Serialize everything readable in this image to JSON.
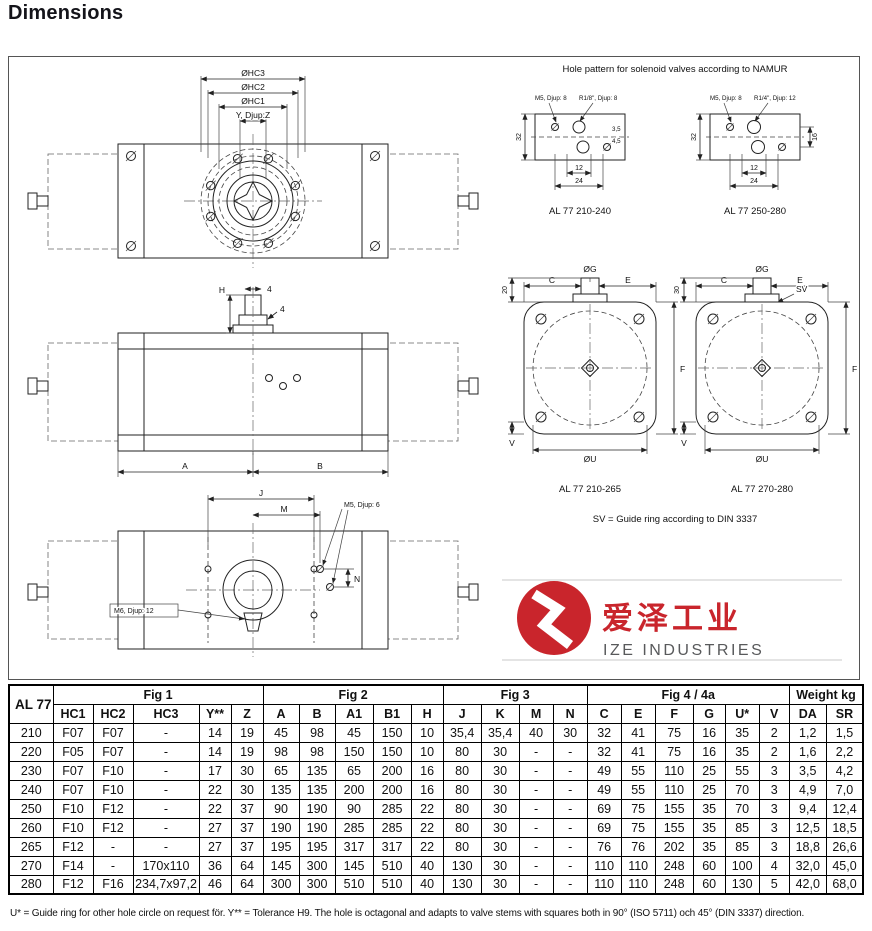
{
  "page": {
    "title": "Dimensions",
    "footnote": "U* = Guide ring for other hole circle on request för.    Y** = Tolerance H9. The hole is octagonal and adapts to valve stems with squares both in 90° (ISO 5711) och 45° (DIN 3337) direction."
  },
  "front_view": {
    "hc3": "ØHC3",
    "hc2": "ØHC2",
    "hc1": "ØHC1",
    "y_djup": "Y, Djup:Z"
  },
  "side_view": {
    "h": "H",
    "four_top": "4",
    "four_side": "4",
    "a": "A",
    "b": "B"
  },
  "bottom_view": {
    "j": "J",
    "m": "M",
    "n": "N",
    "m5": "M5, Djup: 6",
    "m6": "M6, Djup: 12"
  },
  "namur": {
    "title": "Hole pattern for solenoid valves according to NAMUR",
    "dim_32": "32",
    "dim_12": "12",
    "dim_24": "24",
    "left": {
      "ann1": "M5, Djup: 8",
      "ann2": "R1/8\", Djup: 8",
      "dim_35": "3,5",
      "dim_45": "4,5",
      "label": "AL 77 210-240"
    },
    "right": {
      "ann1": "M5, Djup: 8",
      "ann2": "R1/4\", Djup: 12",
      "dim_16": "16",
      "label": "AL 77 250-280"
    }
  },
  "end_views": {
    "c": "C",
    "e": "E",
    "g": "ØG",
    "f": "F",
    "v": "V",
    "u": "ØU",
    "left": {
      "height": "20",
      "label": "AL 77 210-265"
    },
    "right": {
      "height": "30",
      "sv": "SV",
      "label": "AL 77 270-280"
    },
    "note": "SV = Guide ring according to DIN 3337"
  },
  "logo": {
    "cn": "爱泽工业",
    "en": "IZE INDUSTRIES",
    "brand_color": "#C9252C"
  },
  "table": {
    "corner": "AL 77",
    "groups": [
      {
        "label": "Fig 1",
        "cols": [
          "HC1",
          "HC2",
          "HC3",
          "Y**",
          "Z"
        ]
      },
      {
        "label": "Fig 2",
        "cols": [
          "A",
          "B",
          "A1",
          "B1",
          "H"
        ]
      },
      {
        "label": "Fig 3",
        "cols": [
          "J",
          "K",
          "M",
          "N"
        ]
      },
      {
        "label": "Fig 4 / 4a",
        "cols": [
          "C",
          "E",
          "F",
          "G",
          "U*",
          "V"
        ]
      },
      {
        "label": "Weight kg",
        "cols": [
          "DA",
          "SR"
        ]
      }
    ],
    "rows": [
      {
        "model": "210",
        "values": [
          "F07",
          "F07",
          "-",
          "14",
          "19",
          "45",
          "98",
          "45",
          "150",
          "10",
          "35,4",
          "35,4",
          "40",
          "30",
          "32",
          "41",
          "75",
          "16",
          "35",
          "2",
          "1,2",
          "1,5"
        ]
      },
      {
        "model": "220",
        "values": [
          "F05",
          "F07",
          "-",
          "14",
          "19",
          "98",
          "98",
          "150",
          "150",
          "10",
          "80",
          "30",
          "-",
          "-",
          "32",
          "41",
          "75",
          "16",
          "35",
          "2",
          "1,6",
          "2,2"
        ]
      },
      {
        "model": "230",
        "values": [
          "F07",
          "F10",
          "-",
          "17",
          "30",
          "65",
          "135",
          "65",
          "200",
          "16",
          "80",
          "30",
          "-",
          "-",
          "49",
          "55",
          "110",
          "25",
          "55",
          "3",
          "3,5",
          "4,2"
        ]
      },
      {
        "model": "240",
        "values": [
          "F07",
          "F10",
          "-",
          "22",
          "30",
          "135",
          "135",
          "200",
          "200",
          "16",
          "80",
          "30",
          "-",
          "-",
          "49",
          "55",
          "110",
          "25",
          "70",
          "3",
          "4,9",
          "7,0"
        ]
      },
      {
        "model": "250",
        "values": [
          "F10",
          "F12",
          "-",
          "22",
          "37",
          "90",
          "190",
          "90",
          "285",
          "22",
          "80",
          "30",
          "-",
          "-",
          "69",
          "75",
          "155",
          "35",
          "70",
          "3",
          "9,4",
          "12,4"
        ]
      },
      {
        "model": "260",
        "values": [
          "F10",
          "F12",
          "-",
          "27",
          "37",
          "190",
          "190",
          "285",
          "285",
          "22",
          "80",
          "30",
          "-",
          "-",
          "69",
          "75",
          "155",
          "35",
          "85",
          "3",
          "12,5",
          "18,5"
        ]
      },
      {
        "model": "265",
        "values": [
          "F12",
          "-",
          "-",
          "27",
          "37",
          "195",
          "195",
          "317",
          "317",
          "22",
          "80",
          "30",
          "-",
          "-",
          "76",
          "76",
          "202",
          "35",
          "85",
          "3",
          "18,8",
          "26,6"
        ]
      },
      {
        "model": "270",
        "values": [
          "F14",
          "-",
          "170x110",
          "36",
          "64",
          "145",
          "300",
          "145",
          "510",
          "40",
          "130",
          "30",
          "-",
          "-",
          "110",
          "110",
          "248",
          "60",
          "100",
          "4",
          "32,0",
          "45,0"
        ]
      },
      {
        "model": "280",
        "values": [
          "F12",
          "F16",
          "234,7x97,2",
          "46",
          "64",
          "300",
          "300",
          "510",
          "510",
          "40",
          "130",
          "30",
          "-",
          "-",
          "110",
          "110",
          "248",
          "60",
          "130",
          "5",
          "42,0",
          "68,0"
        ]
      }
    ]
  }
}
